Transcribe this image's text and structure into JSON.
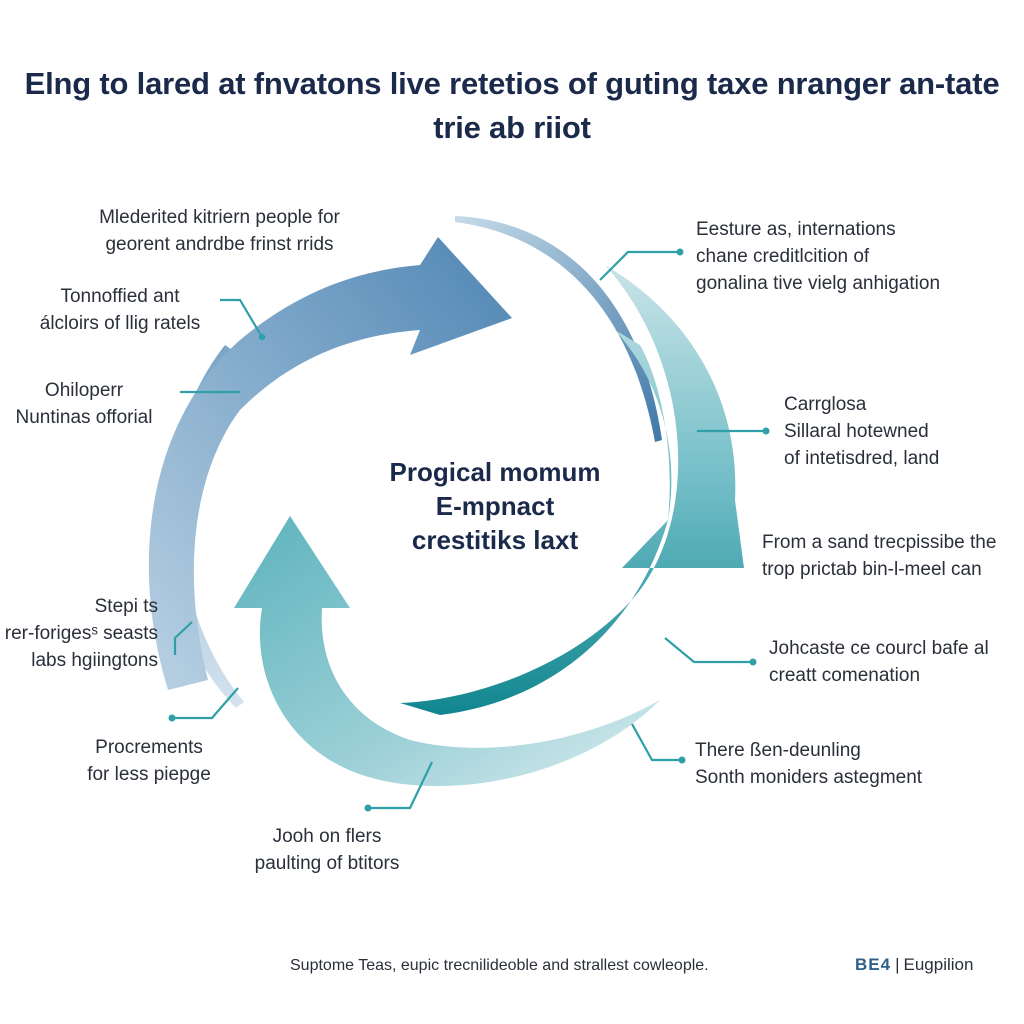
{
  "title": {
    "line1": "Elng to lared at fnvatons live retetios of guting taxe nranger an-tate",
    "line2": "trie ab riiot"
  },
  "center": {
    "line1": "Progical momum",
    "line2": "E-mpnact",
    "line3": "crestitiks laxt"
  },
  "labels": [
    {
      "lines": [
        "Mlederited kitriern people for",
        "georent andrdbe frinst rrids"
      ]
    },
    {
      "lines": [
        "Tonnoffied ant",
        "álcloirs of llig ratels"
      ]
    },
    {
      "lines": [
        "Ohiloperr",
        "Nuntinas offorial"
      ]
    },
    {
      "lines": [
        "Stepi ts",
        "rer-forigesˢ seasts",
        "labs hgiingtons"
      ]
    },
    {
      "lines": [
        "Procrements",
        "for less piepge"
      ]
    },
    {
      "lines": [
        "Jooh on flers",
        "paulting of btitors"
      ]
    },
    {
      "lines": [
        "Eesture as, internations",
        "chane creditlcition of",
        "gonalina tive vielg anhigation"
      ]
    },
    {
      "lines": [
        "Carrglosa",
        "Sillaral hotewned",
        "of intetisdred, land"
      ]
    },
    {
      "lines": [
        "From a sand trecpissibe the",
        "trop prictab bin-l-meel can"
      ]
    },
    {
      "lines": [
        "Johcaste ce courcl bafe al",
        "creatt comenation"
      ]
    },
    {
      "lines": [
        "There ßen-deunling",
        "Sonth moniders astegment"
      ]
    }
  ],
  "footer": {
    "caption": "Suptome Teas, eupic trecnilideoble and strallest cowleople.",
    "brand": "BE4",
    "separator": "|",
    "product": "Eugpilion"
  },
  "colors": {
    "arrow_blue_dark": "#4f86b4",
    "arrow_blue_light": "#a9c7dd",
    "arrow_teal_dark": "#11868f",
    "arrow_teal_light": "#b7dde2",
    "connector": "#2fa0a8",
    "title_text": "#1b2a4a"
  }
}
